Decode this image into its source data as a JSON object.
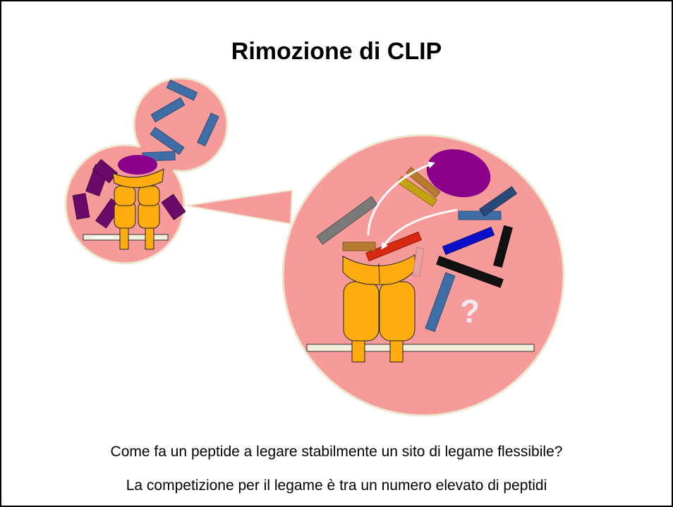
{
  "slide": {
    "title": "Rimozione di CLIP",
    "question_mark": "?",
    "caption_line_1": "Come fa un peptide a legare stabilmente un sito di legame flessibile?",
    "caption_line_2": "La competizione per il legame è tra un numero elevato di peptidi"
  },
  "colors": {
    "vesicle_fill": "#f79a9a",
    "vesicle_stroke": "#eee5cf",
    "mhc_orange": "#ffac0f",
    "clip_purple": "#8b008b",
    "membrane": "#f2eedc",
    "peptide_blue": "#3f6ea6",
    "peptide_dark_purple": "#6b0a6b",
    "peptide_black": "#111111",
    "peptide_navy": "#0a10c8",
    "peptide_red": "#d62a12",
    "peptide_grey": "#7a7a7a",
    "peptide_gold": "#c4a013",
    "peptide_brown": "#b97b2f",
    "arrow_white": "#ffffff",
    "question_color": "#f2e9ee"
  }
}
